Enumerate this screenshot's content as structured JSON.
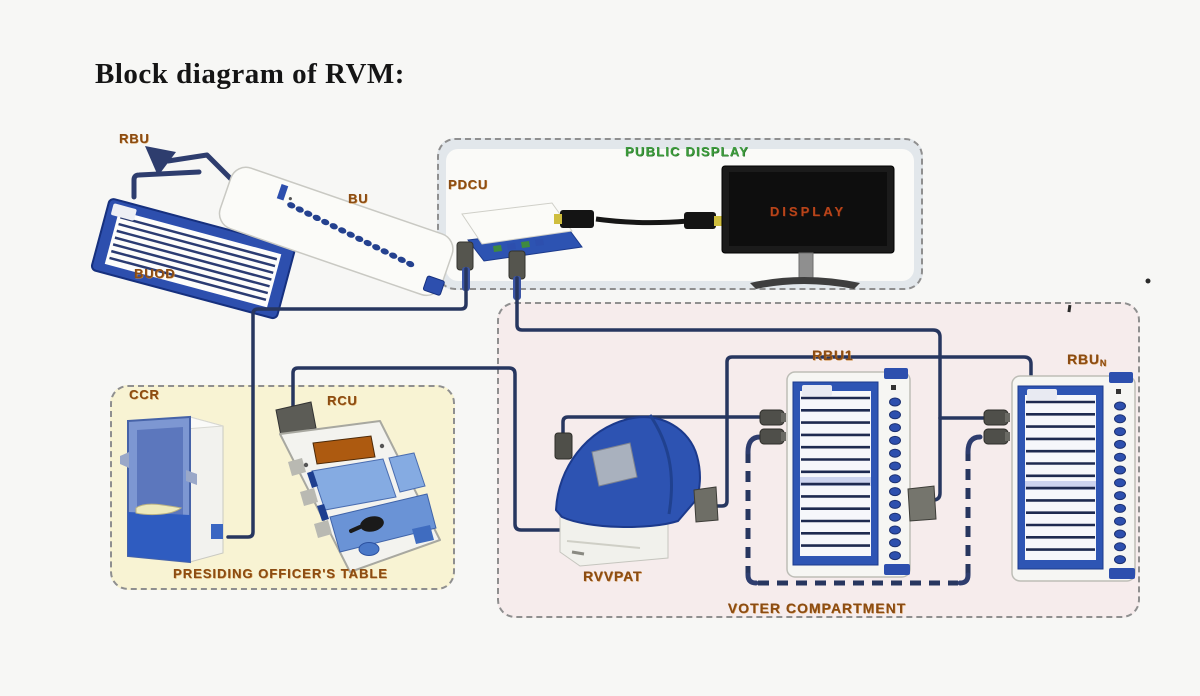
{
  "title": "Block diagram of RVM:",
  "top_left_group": {
    "rbu_label": "RBU",
    "buod_label": "BUOD",
    "bu_label": "BU"
  },
  "public_display": {
    "section_label": "PUBLIC DISPLAY",
    "pdcu_label": "PDCU",
    "monitor_screen_text": "DISPLAY"
  },
  "presiding_officers_table": {
    "section_label": "PRESIDING OFFICER'S TABLE",
    "ccr_label": "CCR",
    "rcu_label": "RCU"
  },
  "voter_area": {
    "rvvpat_label": "RVVPAT",
    "rbu1_label": "RBU1",
    "rbun_label_main": "RBU",
    "rbun_label_sub": "N",
    "compartment_label": "VOTER COMPARTMENT"
  },
  "colors": {
    "cable_navy": "#27365f",
    "device_blue": "#2d53b2",
    "panel_light_blue": "#85abe2",
    "label_brown": "#8a4c14",
    "section_green": "#3c9b3c",
    "display_orange": "#b8441a",
    "public_box_bg": "#e2e7eb",
    "table_box_bg": "#f8f3d3",
    "voter_box_bg": "#f6ecec",
    "rcu_display_orange": "#ad5a10"
  }
}
